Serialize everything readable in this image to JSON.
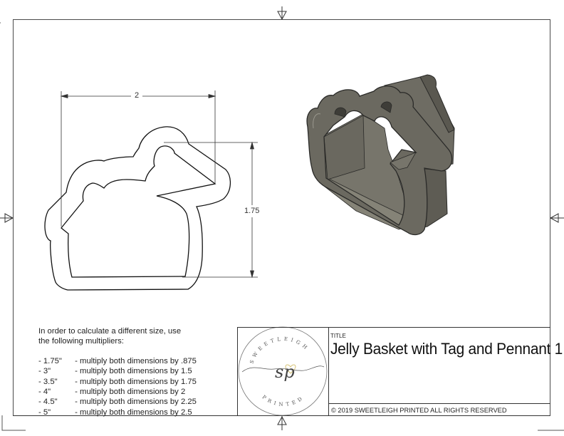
{
  "drawing": {
    "dimensions": {
      "width_label": "2",
      "height_label": "1.75"
    },
    "notes": {
      "intro_line1": "In order to calculate a different size, use",
      "intro_line2": "the following multipliers:",
      "multipliers": [
        {
          "size": "- 1.75\"",
          "text": " - multiply both dimensions by .875"
        },
        {
          "size": "- 3\"",
          "text": " - multiply both dimensions by 1.5"
        },
        {
          "size": "- 3.5\"",
          "text": " - multiply both dimensions by 1.75"
        },
        {
          "size": "- 4\"",
          "text": " - multiply both dimensions by 2"
        },
        {
          "size": "- 4.5\"",
          "text": " - multiply both dimensions by 2.25"
        },
        {
          "size": "- 5\"",
          "text": " - multiply both dimensions by 2.5"
        }
      ]
    },
    "title_block": {
      "title_label": "TITLE",
      "title": "Jelly Basket with Tag and Pennant 1",
      "copyright": "© 2019  SWEETLEIGH PRINTED  ALL RIGHTS RESERVED",
      "logo": {
        "top_text": "SWEETLEIGH",
        "monogram": "sp",
        "bottom_text": "PRINTED",
        "heart_color": "#e8d9a0"
      }
    },
    "colors": {
      "line": "#1a1a1a",
      "model_face": "#6b6960",
      "model_dark": "#4e4c45",
      "model_edge": "#2a2a28"
    }
  }
}
